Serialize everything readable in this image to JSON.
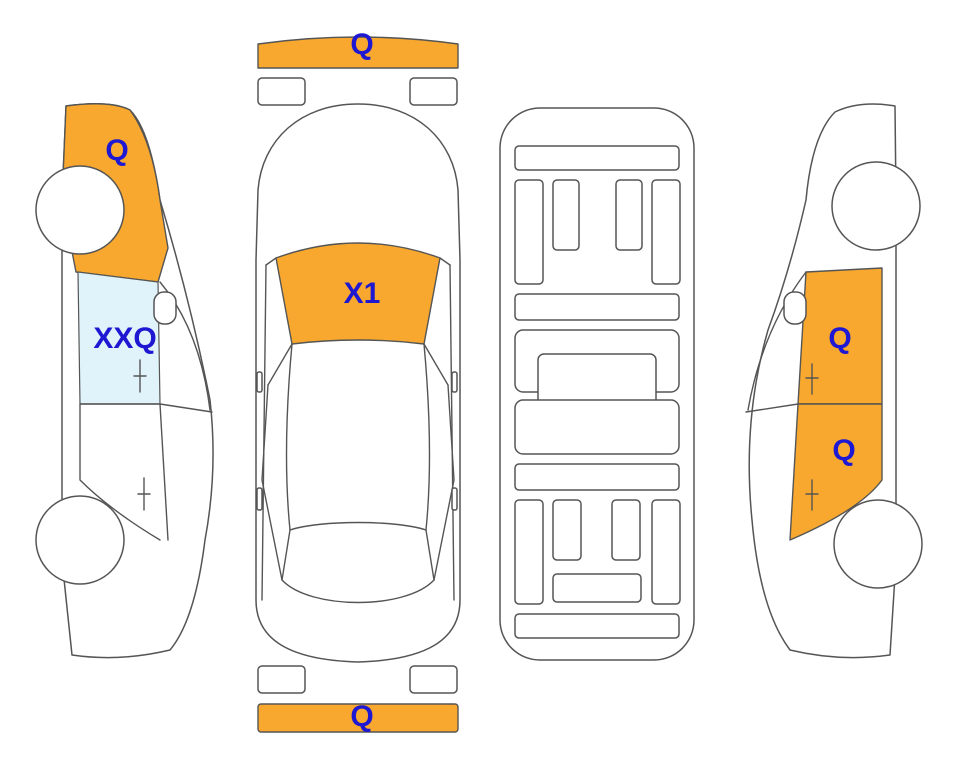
{
  "colors": {
    "damage_fill": "#F8A82E",
    "glass_fill": "#E0F3FB",
    "code_text": "#1E18D2",
    "outline": "#555555"
  },
  "labels": {
    "front_bumper": "Q",
    "rear_bumper": "Q",
    "left_front_fender": "Q",
    "left_front_door_window": "XXQ",
    "hood": "X1",
    "right_rear_door": "Q",
    "right_front_door": "Q"
  }
}
